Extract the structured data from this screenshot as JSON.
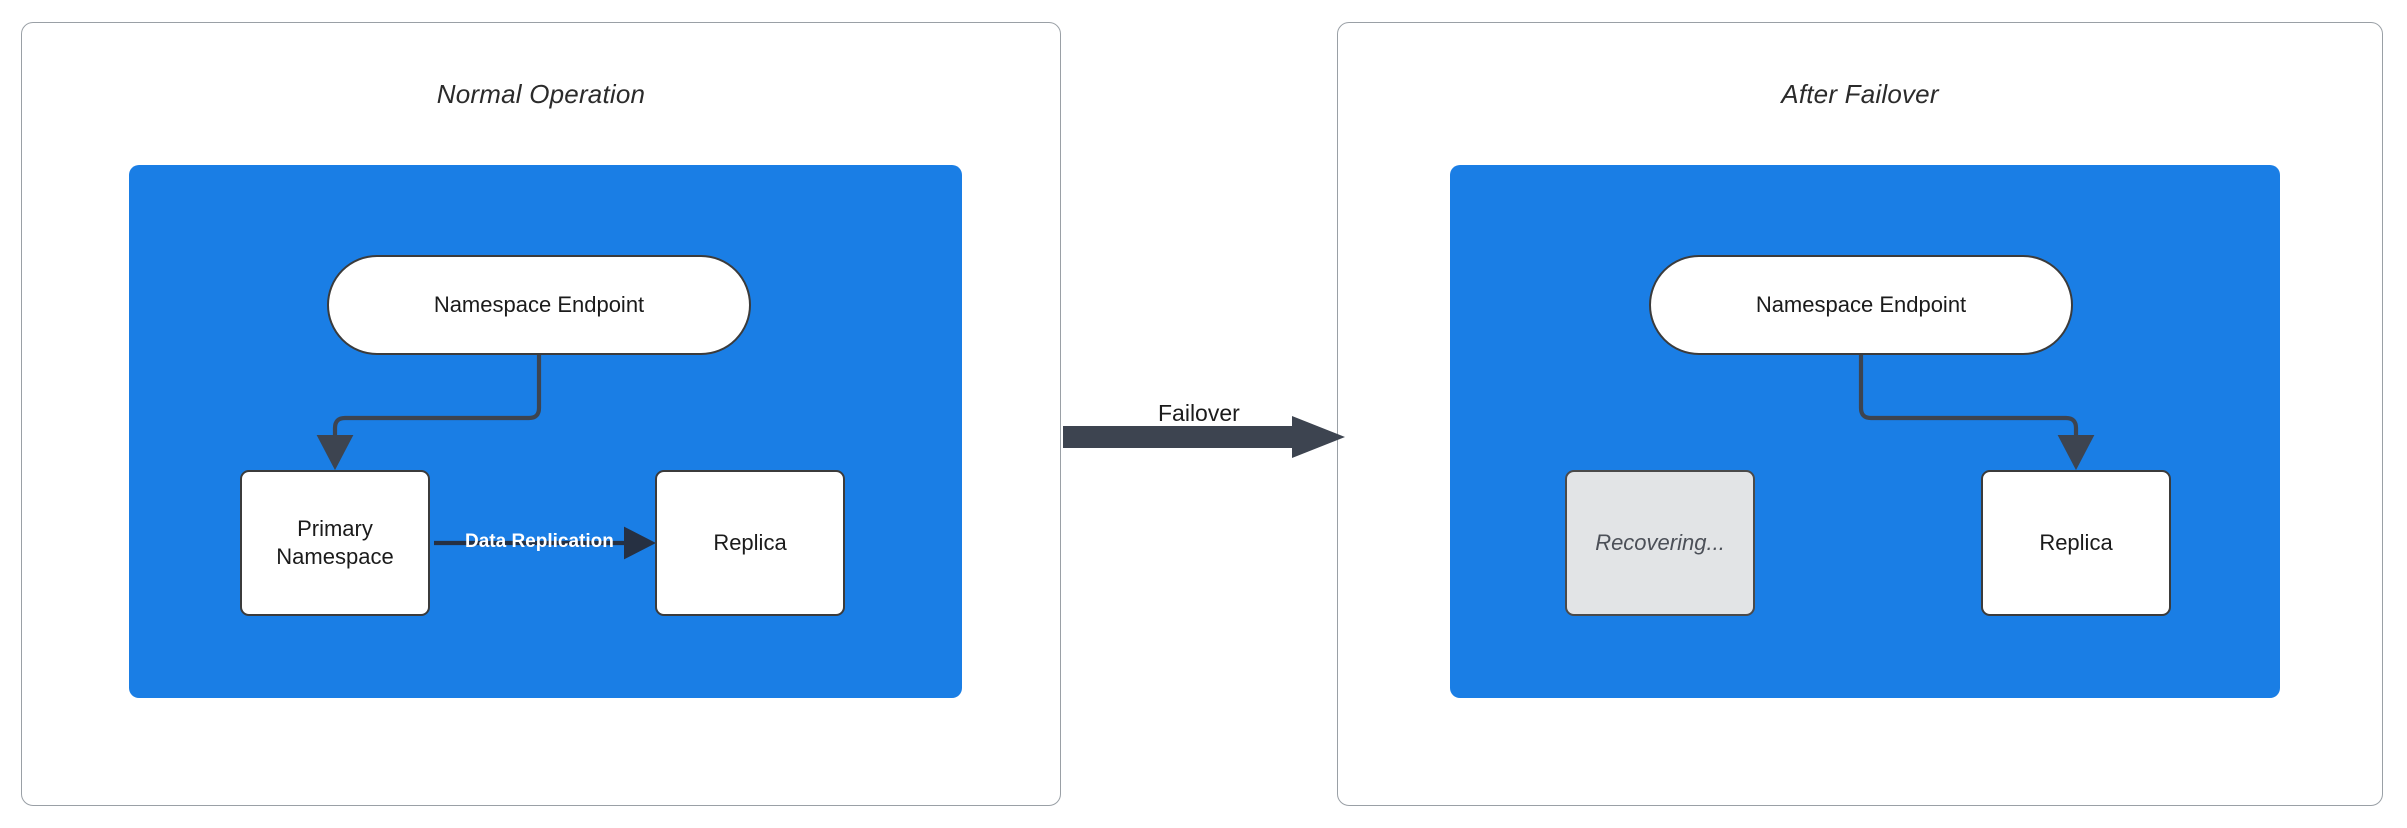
{
  "diagram": {
    "title_left": "Normal Operation",
    "title_right": "After Failover",
    "background": "#ffffff",
    "panel_border": "#9aa0a6",
    "container_color": "#1a7ee5",
    "node_border": "#3b3b3b",
    "edge_color": "#3d4450",
    "dim_node_fill": "#e2e4e6"
  },
  "left_panel": {
    "title": "Normal Operation",
    "nodes": {
      "endpoint": "Namespace Endpoint",
      "primary": "Primary\nNamespace",
      "primary_line1": "Primary",
      "primary_line2": "Namespace",
      "replica": "Replica"
    },
    "edges": {
      "endpoint_to_primary": "",
      "replication_label": "Data Replication"
    }
  },
  "right_panel": {
    "title": "After Failover",
    "nodes": {
      "endpoint": "Namespace Endpoint",
      "recovering": "Recovering...",
      "replica": "Replica"
    },
    "edges": {
      "endpoint_to_replica": ""
    }
  },
  "transition": {
    "label": "Failover"
  }
}
